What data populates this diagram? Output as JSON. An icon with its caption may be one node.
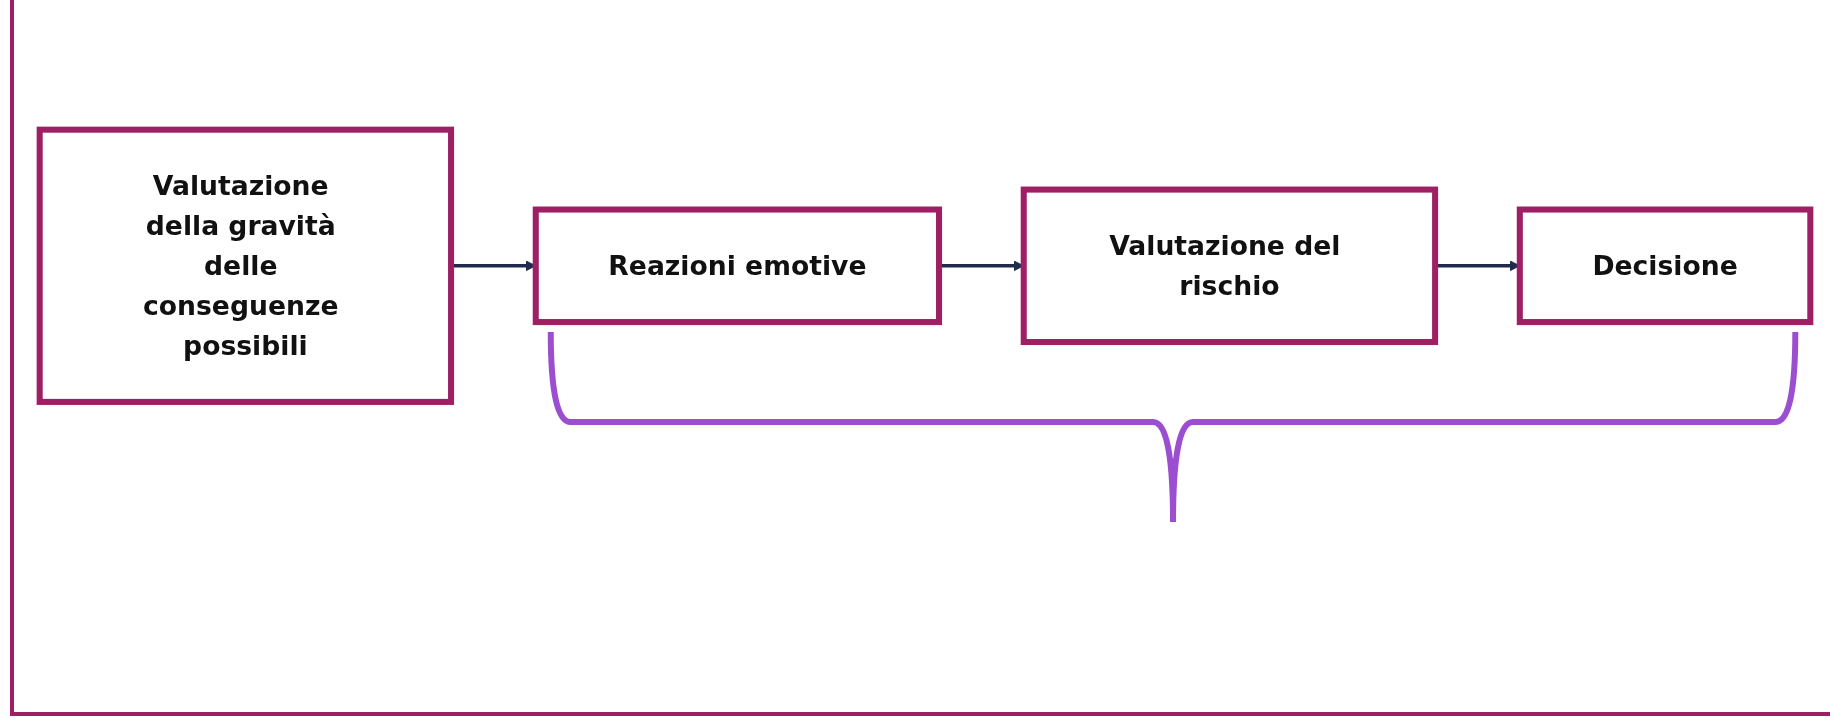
{
  "diagram": {
    "nodes": [
      {
        "text": [
          "Valutazione della gravità delle conseguenze possibili"
        ]
      },
      {
        "text": [
          "Reazioni emotive"
        ]
      },
      {
        "text": [
          "Valutazione del rischio"
        ]
      },
      {
        "text": [
          "Decisione"
        ]
      }
    ],
    "edges": [
      {
        "from": 0,
        "to": 1,
        "arrow": "to"
      },
      {
        "from": 1,
        "to": 2,
        "arrow": "to"
      },
      {
        "from": 2,
        "to": 3,
        "arrow": "to"
      }
    ]
  }
}
